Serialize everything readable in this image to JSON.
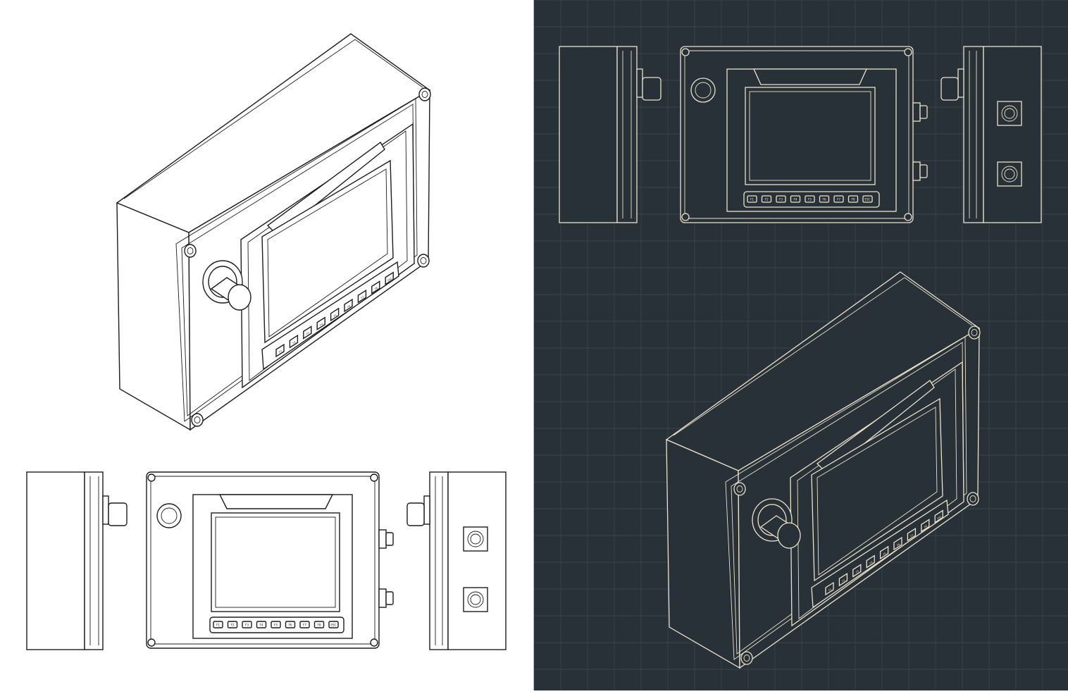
{
  "palette": {
    "light_background": "#ffffff",
    "light_line": "#1d1d1d",
    "dark_background": "#283038",
    "dark_grid": "#3b4a52",
    "dark_line": "#ece3c8"
  },
  "panels": [
    {
      "id": "light",
      "theme": "black-lines-on-white"
    },
    {
      "id": "dark",
      "theme": "cream-lines-on-dark-blueprint-grid"
    }
  ],
  "views": [
    "isometric",
    "left-side",
    "front",
    "right-side"
  ],
  "key_labels": [
    "F1",
    "F2",
    "F3",
    "F4",
    "F5",
    "F6",
    "F7",
    "F8",
    "ESC"
  ],
  "components": {
    "enclosure": "rectangular box with 4 corner screws",
    "display": "rectangular screen in recessed bezel",
    "emergency_button": "round push button",
    "cable_glands": 2,
    "side_connectors": 2
  }
}
